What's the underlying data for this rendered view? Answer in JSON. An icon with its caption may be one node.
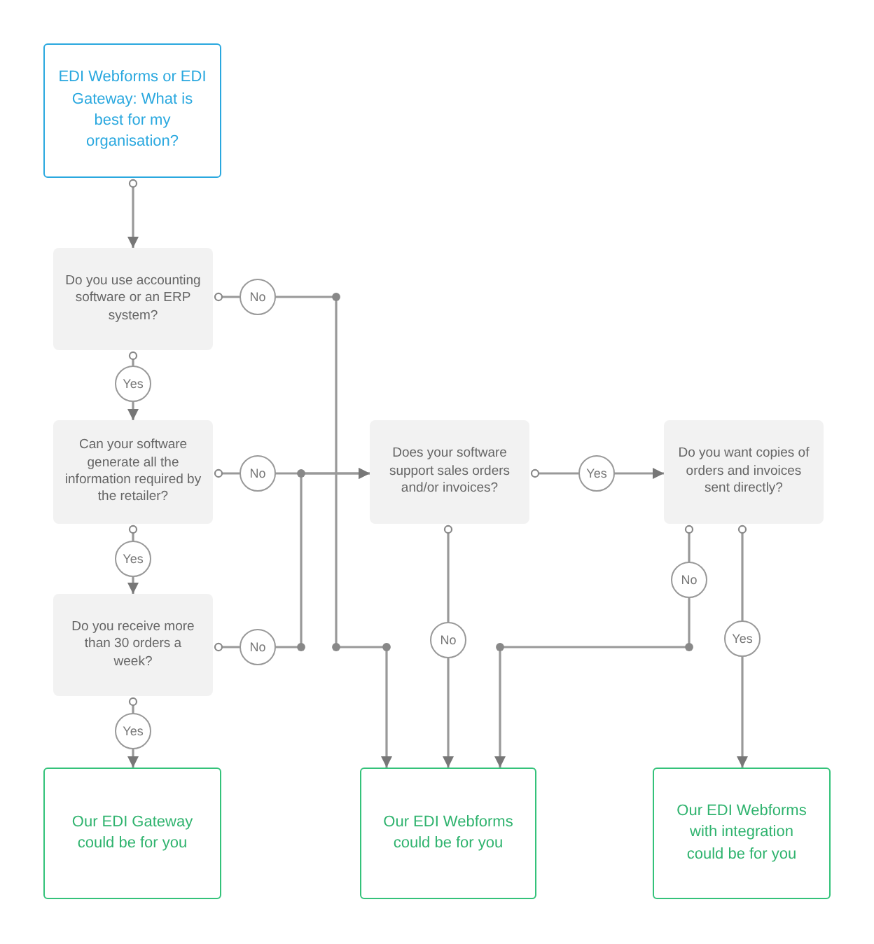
{
  "diagram": {
    "nodes": [
      {
        "text": [
          "EDI Webforms or EDI Gateway: What is best for my organisation?"
        ]
      },
      {
        "text": [
          "Do you use accounting software or an ERP system?"
        ]
      },
      {
        "text": [
          "Can your software generate all the information required by the retailer?"
        ]
      },
      {
        "text": [
          "Do you receive more than 30 orders a week?"
        ]
      },
      {
        "text": [
          "Does your software support sales orders and/or invoices?"
        ]
      },
      {
        "text": [
          "Do you want copies of orders and invoices sent directly?"
        ]
      },
      {
        "text": [
          "Our EDI Gateway could be for you"
        ]
      },
      {
        "text": [
          "Our EDI Webforms could be for you"
        ]
      },
      {
        "text": [
          "Our EDI Webforms with integration could be for you"
        ]
      }
    ],
    "edges": [
      {
        "from": 0,
        "to": 1,
        "arrow": "to"
      },
      {
        "from": 1,
        "to": 2,
        "arrow": "to",
        "label": "Yes"
      },
      {
        "from": 1,
        "to": 7,
        "arrow": "to",
        "label": "No"
      },
      {
        "from": 2,
        "to": 3,
        "arrow": "to",
        "label": "Yes"
      },
      {
        "from": 2,
        "to": 4,
        "arrow": "to",
        "label": "No"
      },
      {
        "from": 3,
        "to": 4,
        "arrow": "to",
        "label": "No"
      },
      {
        "from": 3,
        "to": 6,
        "arrow": "to",
        "label": "Yes"
      },
      {
        "from": 4,
        "to": 5,
        "arrow": "to",
        "label": "Yes"
      },
      {
        "from": 4,
        "to": 7,
        "arrow": "to",
        "label": "No"
      },
      {
        "from": 5,
        "to": 7,
        "arrow": "to",
        "label": "No"
      },
      {
        "from": 5,
        "to": 8,
        "arrow": "to",
        "label": "Yes"
      }
    ]
  }
}
